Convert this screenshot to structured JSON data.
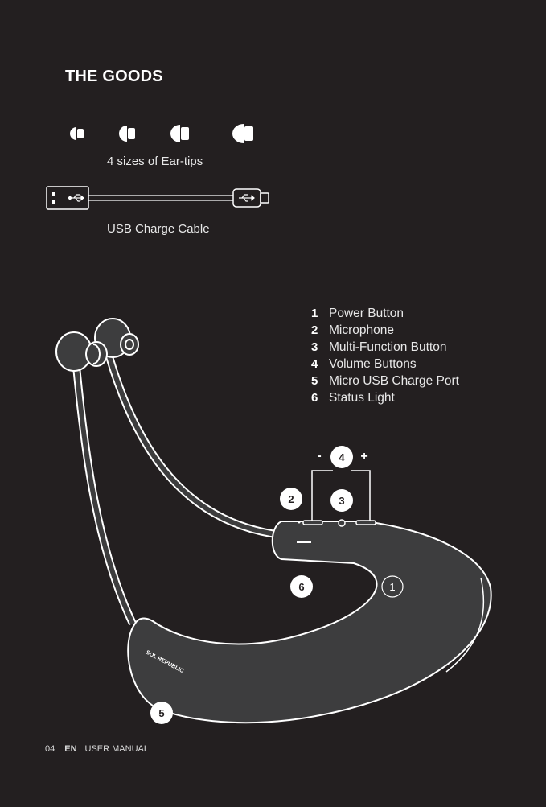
{
  "page": {
    "title": "THE GOODS",
    "eartips_caption": "4 sizes of Ear-tips",
    "cable_caption": "USB Charge Cable"
  },
  "parts": [
    {
      "number": "1",
      "label": "Power Button"
    },
    {
      "number": "2",
      "label": "Microphone"
    },
    {
      "number": "3",
      "label": "Multi-Function Button"
    },
    {
      "number": "4",
      "label": "Volume Buttons"
    },
    {
      "number": "5",
      "label": "Micro USB Charge Port"
    },
    {
      "number": "6",
      "label": "Status Light"
    }
  ],
  "callouts": {
    "power": "1",
    "microphone": "2",
    "multifunction": "3",
    "volume": "4",
    "usb_port": "5",
    "status_light": "6",
    "volume_minus": "-",
    "volume_plus": "+"
  },
  "product_print": "SOL REPUBLIC",
  "footer": {
    "page_number": "04",
    "language": "EN",
    "doc_name": "USER MANUAL"
  },
  "colors": {
    "background": "#231f20",
    "device_fill": "#3d3d3e",
    "outline": "#ffffff"
  }
}
